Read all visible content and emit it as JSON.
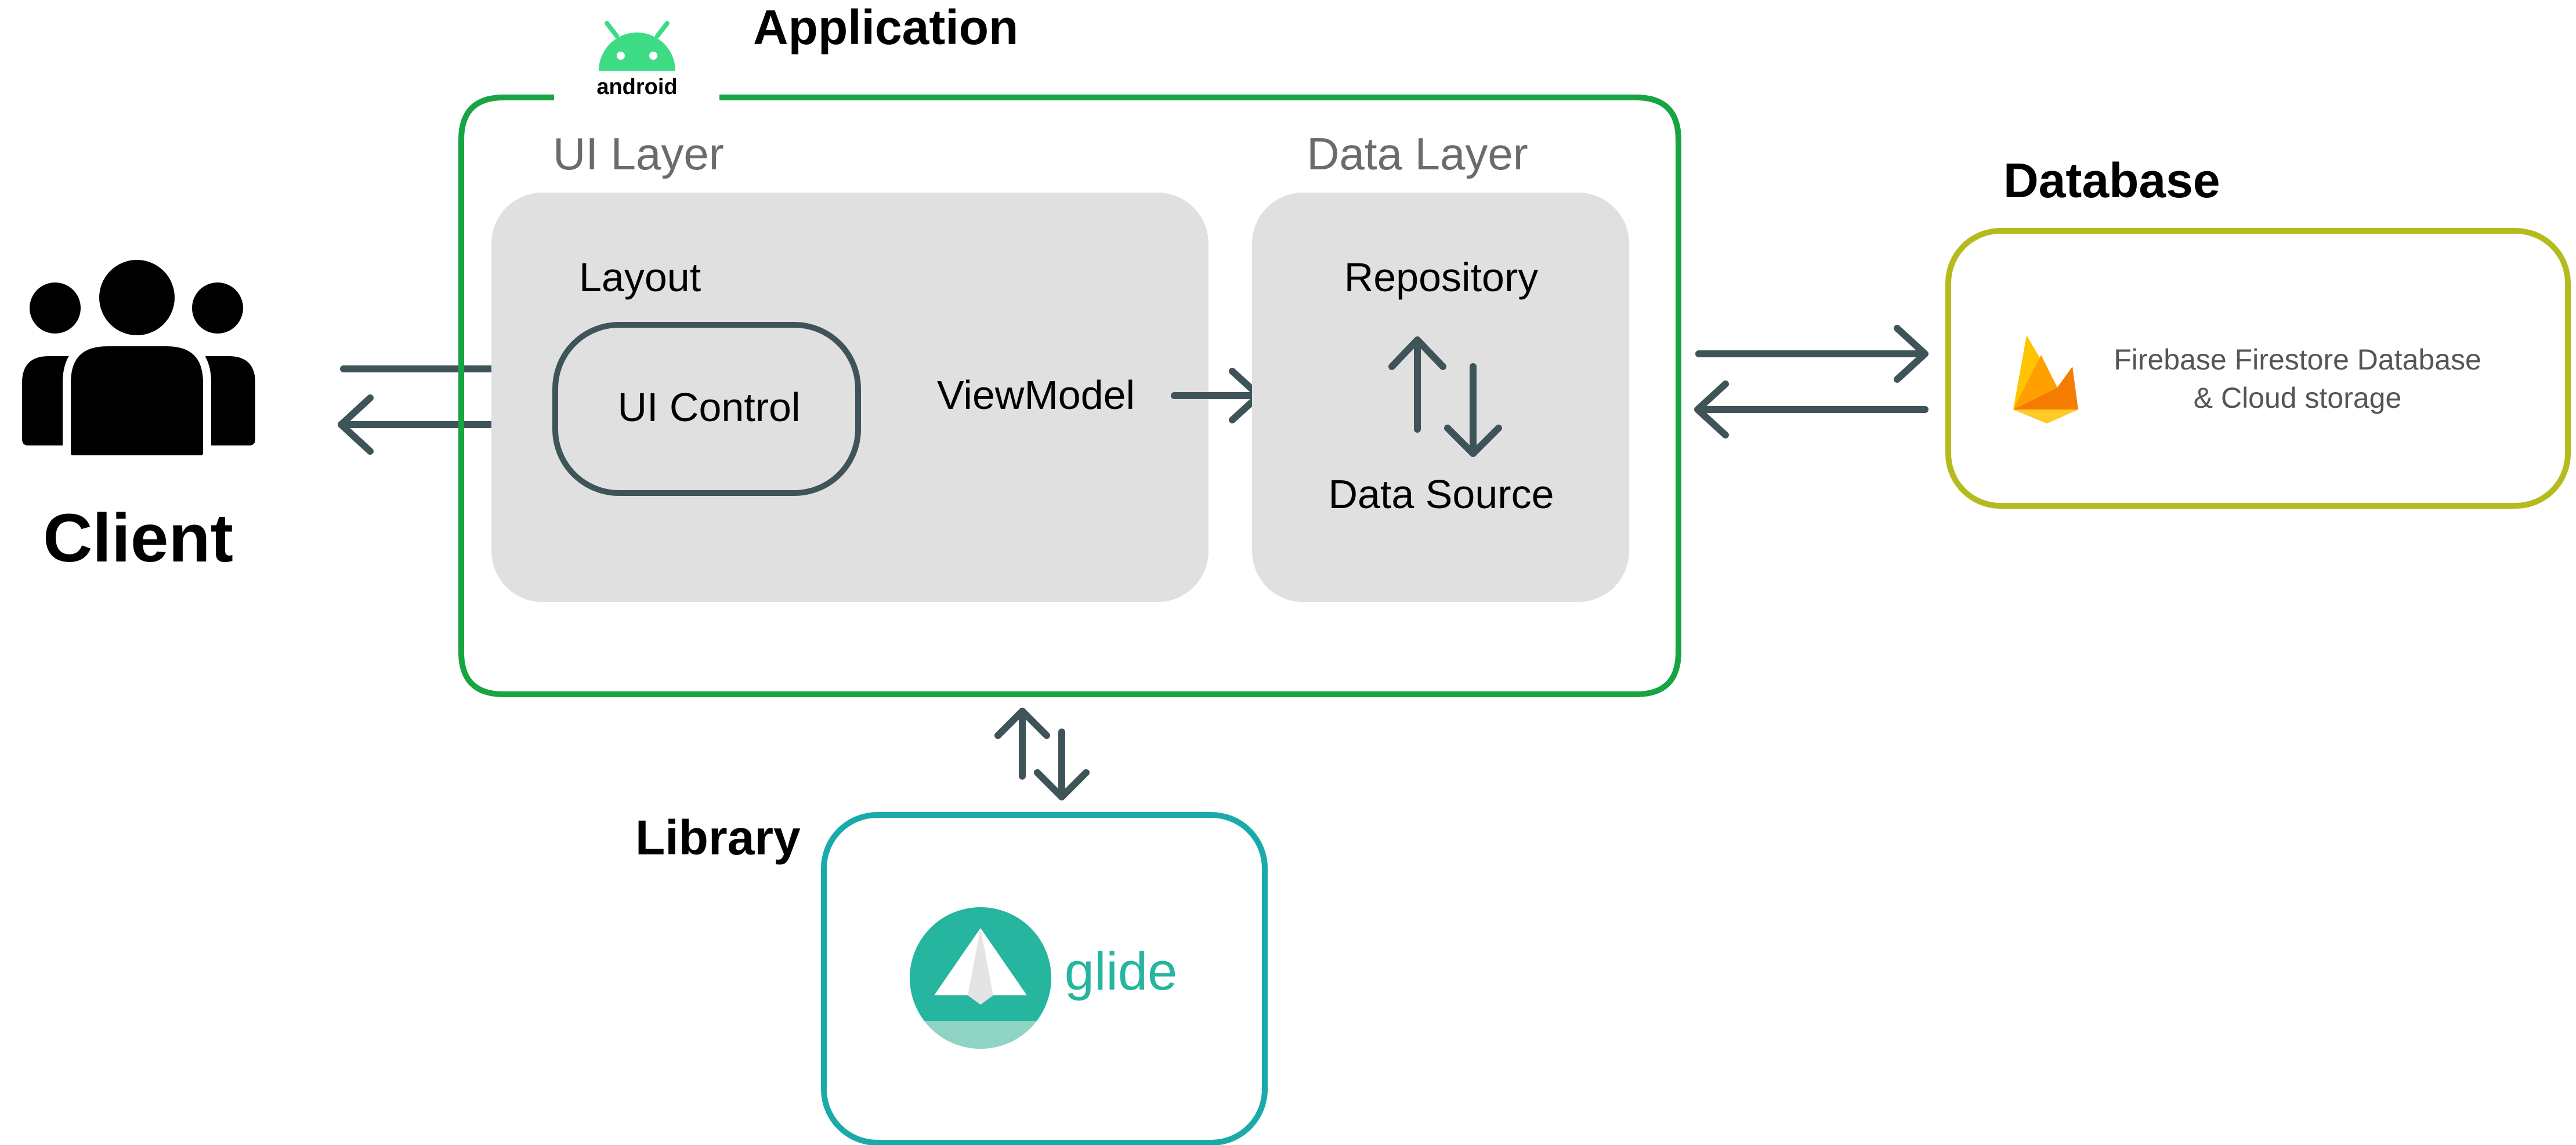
{
  "client": {
    "label": "Client",
    "icon": "users-group-icon"
  },
  "application": {
    "title": "Application",
    "logo_text": "android",
    "logo_icon": "android-robot-icon",
    "border_color": "#17a541",
    "ui_layer": {
      "title": "UI Layer",
      "layout_label": "Layout",
      "ui_control_label": "UI Control",
      "viewmodel_label": "ViewModel"
    },
    "data_layer": {
      "title": "Data Layer",
      "repository_label": "Repository",
      "data_source_label": "Data Source"
    }
  },
  "database": {
    "title": "Database",
    "line1": "Firebase Firestore Database",
    "line2": "& Cloud storage",
    "icon": "firebase-flame-icon",
    "border_color": "#b5bb1d"
  },
  "library": {
    "title": "Library",
    "logo_text": "glide",
    "icon": "glide-logo-icon",
    "border_color": "#1aaaaa"
  },
  "colors": {
    "arrow": "#3f5459",
    "layer_fill": "#e0e0e0",
    "layer_title": "#6b6b6b",
    "android_green": "#3ddc84",
    "glide_teal": "#26b59e",
    "glide_light": "#8fd3c4"
  }
}
